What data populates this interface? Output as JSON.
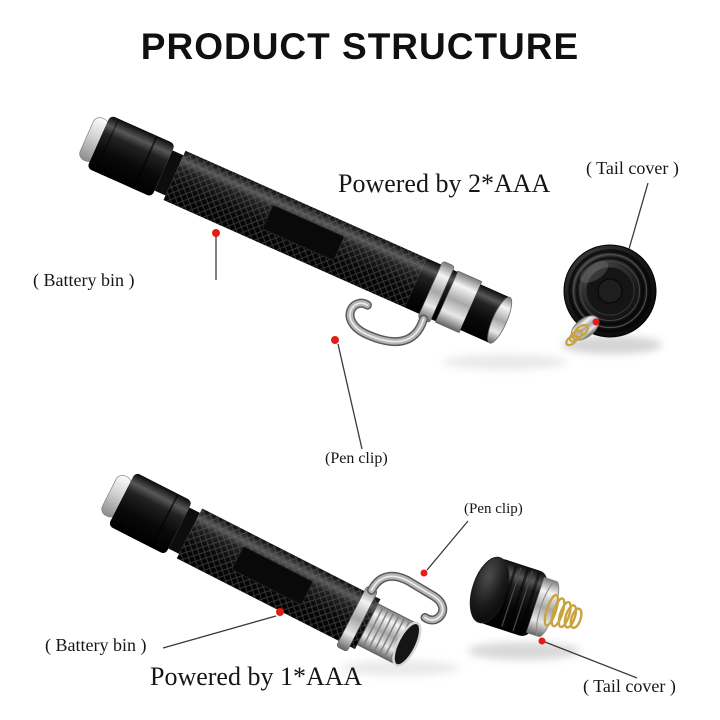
{
  "page": {
    "title": "PRODUCT STRUCTURE",
    "background": "#ffffff"
  },
  "colors": {
    "callout_dot": "#e51c14",
    "callout_line": "#3a3a3a",
    "spring_gold": "#c9a43e",
    "chrome": "#e8e8e8",
    "body_black": "#0a0a0a"
  },
  "top_unit": {
    "power_label": "Powered by 2*AAA",
    "tail_cover_label": "( Tail cover )",
    "battery_bin_label": "( Battery bin )",
    "pen_clip_label": "(Pen clip)"
  },
  "bottom_unit": {
    "power_label": "Powered by 1*AAA",
    "pen_clip_label": "(Pen clip)",
    "battery_bin_label": "( Battery bin )",
    "tail_cover_label": "( Tail cover )"
  }
}
